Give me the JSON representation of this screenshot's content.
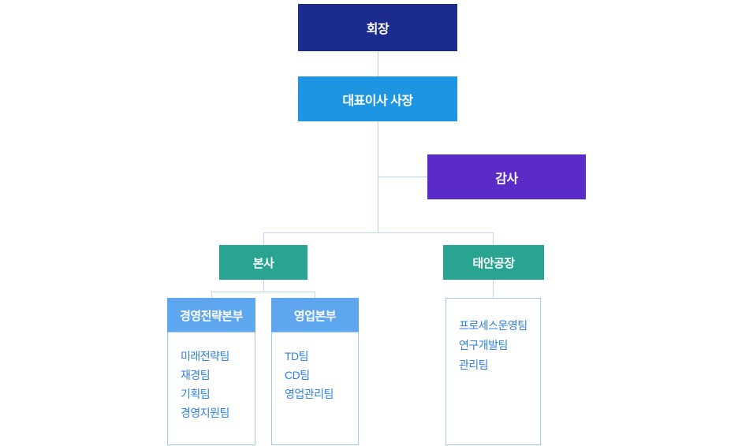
{
  "org_chart": {
    "nodes": {
      "chairman": {
        "label": "회장",
        "bg": "#1b2c8e"
      },
      "ceo": {
        "label": "대표이사 사장",
        "bg": "#1e95e2"
      },
      "auditor": {
        "label": "감사",
        "bg": "#5b2bc8"
      },
      "headquarters": {
        "label": "본사",
        "bg": "#28a491"
      },
      "factory": {
        "label": "태안공장",
        "bg": "#28a491"
      }
    },
    "divisions": [
      {
        "label": "경영전략본부",
        "bg": "#5ea6ee",
        "teams": [
          "미래전략팀",
          "재경팀",
          "기획팀",
          "경영지원팀"
        ]
      },
      {
        "label": "영업본부",
        "bg": "#5ea6ee",
        "teams": [
          "TD팀",
          "CD팀",
          "영업관리팀"
        ]
      }
    ],
    "factory_teams": [
      "프로세스운영팀",
      "연구개발팀",
      "관리팀"
    ],
    "colors": {
      "connector": "#b9d6ee",
      "team_text": "#2f80e0",
      "box_border": "#9ec9ef",
      "background": "#ffffff"
    }
  }
}
